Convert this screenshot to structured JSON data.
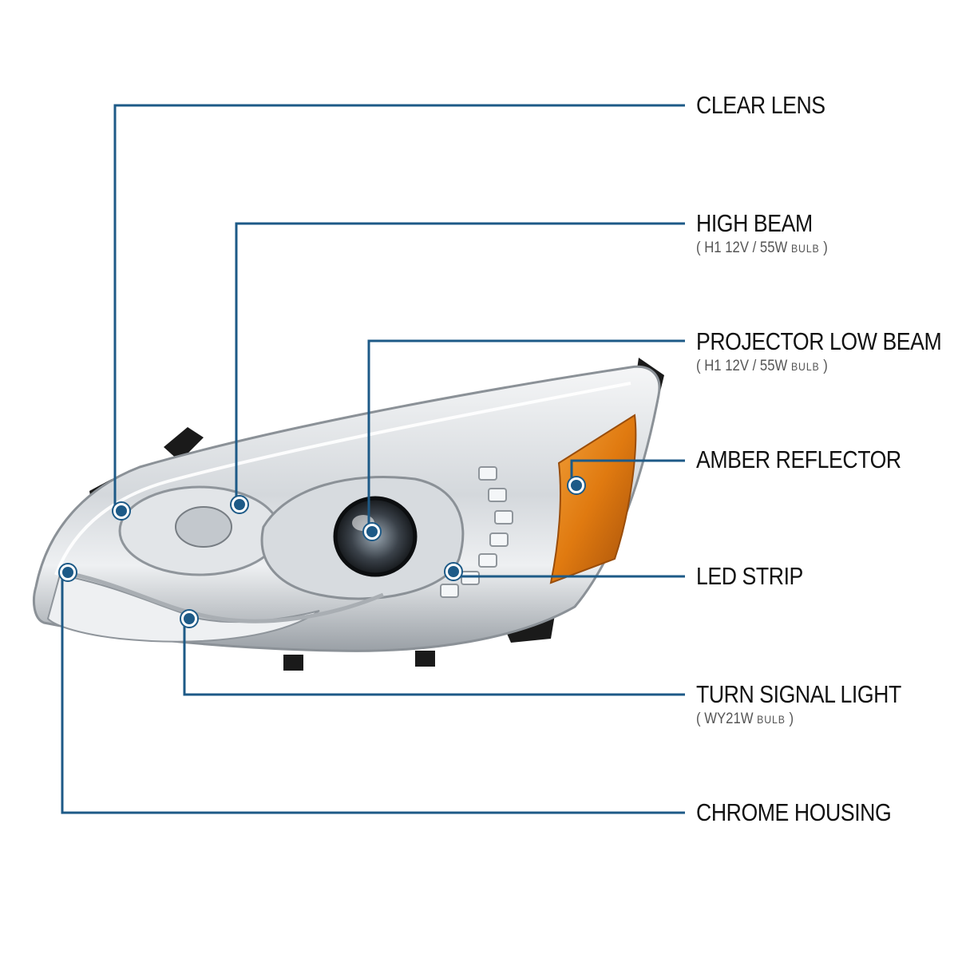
{
  "colors": {
    "leader_line": "#1d5a87",
    "dot": "#1d5a87",
    "chrome_light": "#eef0f2",
    "chrome_mid": "#c9cdd2",
    "chrome_dark": "#7d8389",
    "trim_black": "#1a1a1a",
    "amber": "#e07a10"
  },
  "callouts": [
    {
      "id": "clear-lens",
      "title": "CLEAR LENS"
    },
    {
      "id": "high-beam",
      "title": "HIGH BEAM",
      "sub_open": "( H1  12V / 55W ",
      "sub_unit": "BULB",
      "sub_close": " )"
    },
    {
      "id": "projector-low-beam",
      "title": "PROJECTOR LOW BEAM",
      "sub_open": "( H1  12V / 55W ",
      "sub_unit": "BULB",
      "sub_close": " )"
    },
    {
      "id": "amber-reflector",
      "title": "AMBER REFLECTOR"
    },
    {
      "id": "led-strip",
      "title": "LED STRIP"
    },
    {
      "id": "turn-signal-light",
      "title": "TURN SIGNAL LIGHT",
      "sub_open": "( WY21W ",
      "sub_unit": "BULB",
      "sub_close": " )"
    },
    {
      "id": "chrome-housing",
      "title": "CHROME HOUSING"
    }
  ]
}
